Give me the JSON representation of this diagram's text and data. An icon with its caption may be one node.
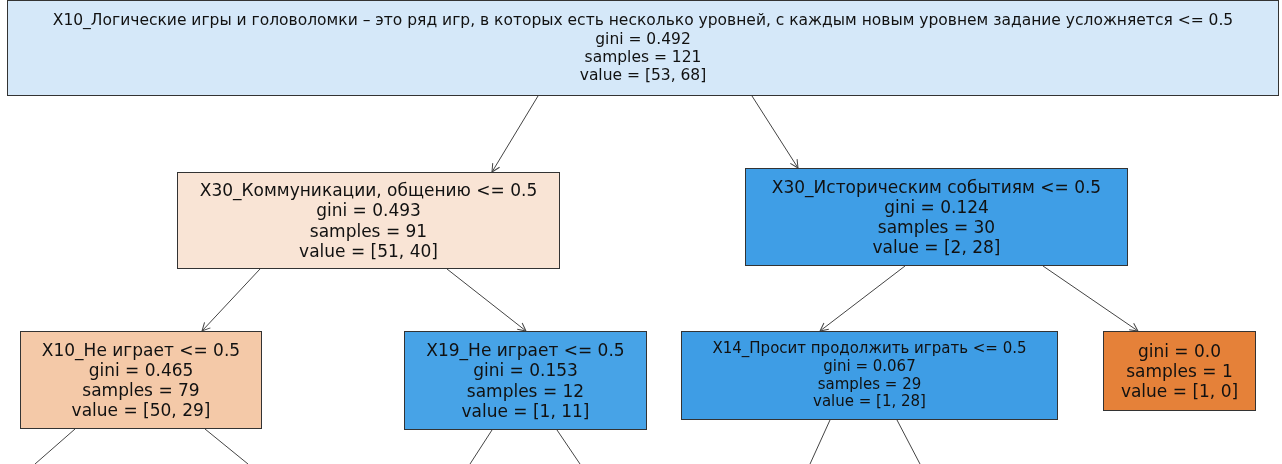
{
  "diagram": {
    "nodes": [
      {
        "text": [
          "X10_Логические игры и головоломки – это ряд игр, в которых есть несколько уровней, с каждым новым уровнем задание усложняется <= 0.5",
          "gini = 0.492",
          "samples = 121",
          "value = [53, 68]"
        ]
      },
      {
        "text": [
          "X30_Коммуникации, общению <= 0.5",
          "gini = 0.493",
          "samples = 91",
          "value = [51, 40]"
        ]
      },
      {
        "text": [
          "X30_Историческим событиям <= 0.5",
          "gini = 0.124",
          "samples = 30",
          "value = [2, 28]"
        ]
      },
      {
        "text": [
          "X10_Не играет <= 0.5",
          "gini = 0.465",
          "samples = 79",
          "value = [50, 29]"
        ]
      },
      {
        "text": [
          "X19_Не играет <= 0.5",
          "gini = 0.153",
          "samples = 12",
          "value = [1, 11]"
        ]
      },
      {
        "text": [
          "X14_Просит продолжить играть <= 0.5",
          "gini = 0.067",
          "samples = 29",
          "value = [1, 28]"
        ]
      },
      {
        "text": [
          "gini = 0.0",
          "samples = 1",
          "value = [1, 0]"
        ]
      }
    ],
    "edges": [
      {
        "from": 0,
        "to": 1,
        "arrow": "to"
      },
      {
        "from": 0,
        "to": 2,
        "arrow": "to"
      },
      {
        "from": 1,
        "to": 3,
        "arrow": "to"
      },
      {
        "from": 1,
        "to": 4,
        "arrow": "to"
      },
      {
        "from": 2,
        "to": 5,
        "arrow": "to"
      },
      {
        "from": 2,
        "to": 6,
        "arrow": "to"
      },
      {
        "from": 3,
        "to": null,
        "arrow": "none"
      },
      {
        "from": 3,
        "to": null,
        "arrow": "none"
      },
      {
        "from": 4,
        "to": null,
        "arrow": "none"
      },
      {
        "from": 4,
        "to": null,
        "arrow": "none"
      },
      {
        "from": 5,
        "to": null,
        "arrow": "none"
      },
      {
        "from": 5,
        "to": null,
        "arrow": "none"
      }
    ]
  }
}
